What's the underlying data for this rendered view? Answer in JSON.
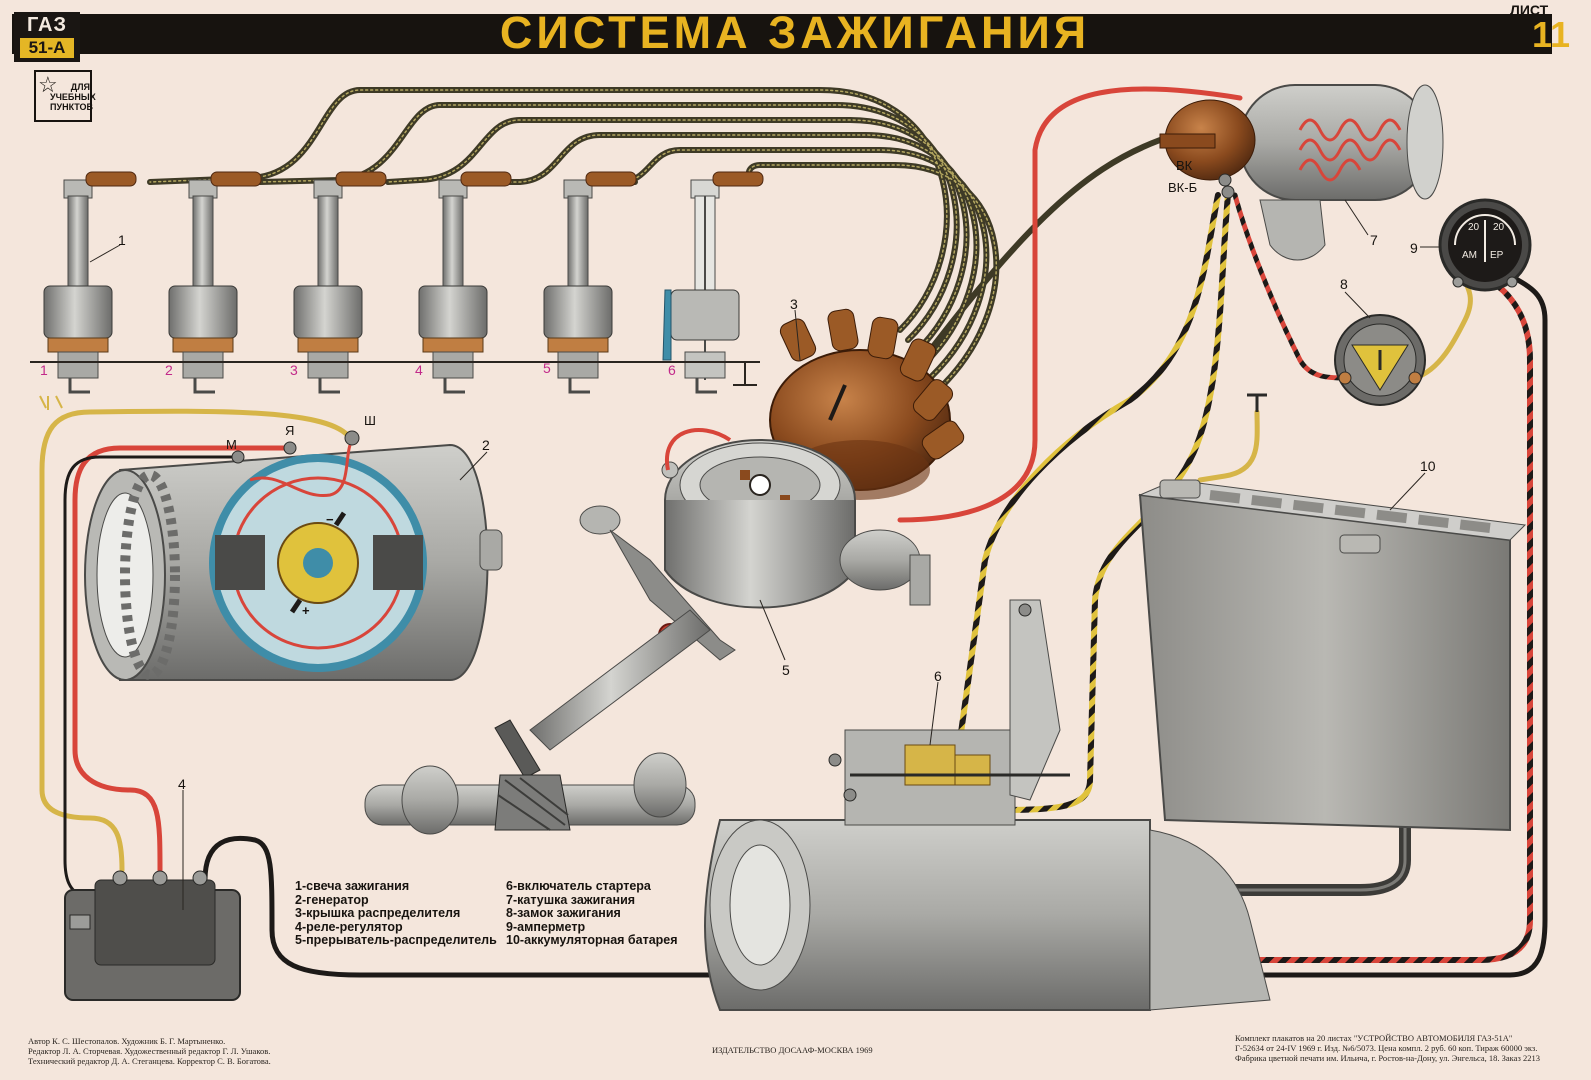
{
  "header": {
    "logo_top": "ГАЗ",
    "logo_bottom": "51-А",
    "title": "СИСТЕМА ЗАЖИГАНИЯ",
    "sheet_label": "ЛИСТ",
    "sheet_number": "11"
  },
  "badge": {
    "line1": "ДЛЯ",
    "line2": "УЧЕБНЫХ",
    "line3": "ПУНКТОВ"
  },
  "callouts": [
    "1",
    "2",
    "3",
    "4",
    "5",
    "6",
    "7",
    "8",
    "9",
    "10"
  ],
  "spark_plug_numbers": [
    "1",
    "2",
    "3",
    "4",
    "5",
    "6"
  ],
  "terminals": {
    "vk": "ВК",
    "vk_b": "ВК-Б",
    "m": "М",
    "ya": "Я",
    "sh": "Ш",
    "plus": "+",
    "minus": "−",
    "ammeter_left": "20",
    "ammeter_right": "20",
    "ammeter_label_left": "АМ",
    "ammeter_label_right": "ЕР"
  },
  "legend": {
    "col1": [
      "1-свеча зажигания",
      "2-генератор",
      "3-крышка распределителя",
      "4-реле-регулятор",
      "5-прерыватель-распределитель"
    ],
    "col2": [
      "6-включатель стартера",
      "7-катушка зажигания",
      "8-замок зажигания",
      "9-амперметр",
      "10-аккумуляторная батарея"
    ]
  },
  "footer": {
    "left": [
      "Автор К. С. Шестопалов. Художник Б. Г. Мартыненко.",
      "Редактор Л. А. Сторчевая. Художественный редактор Г. Л. Ушаков.",
      "Технический редактор Д. А. Стеганцева. Корректор С. В. Богатова."
    ],
    "center": "ИЗДАТЕЛЬСТВО ДОСААФ-МОСКВА 1969",
    "right": [
      "Комплект плакатов на 20 листах \"УСТРОЙСТВО АВТОМОБИЛЯ ГАЗ-51А\"",
      "Г-52634 от 24-IV 1969 г. Изд. №6/5073. Цена компл. 2 руб. 60 коп. Тираж 60000 экз.",
      "Фабрика цветной печати им. Ильича, г. Ростов-на-Дону, ул. Энгельса, 18. Заказ 2213"
    ]
  },
  "colors": {
    "background": "#f4e6dc",
    "header_bar": "#17130f",
    "title": "#e8b321",
    "wire_red": "#d8453a",
    "wire_yellow": "#d6b548",
    "wire_black": "#1d1a18",
    "hv_wire": "#3e3a26",
    "metal": "#9c9c9a",
    "brown": "#8a4a1e"
  }
}
